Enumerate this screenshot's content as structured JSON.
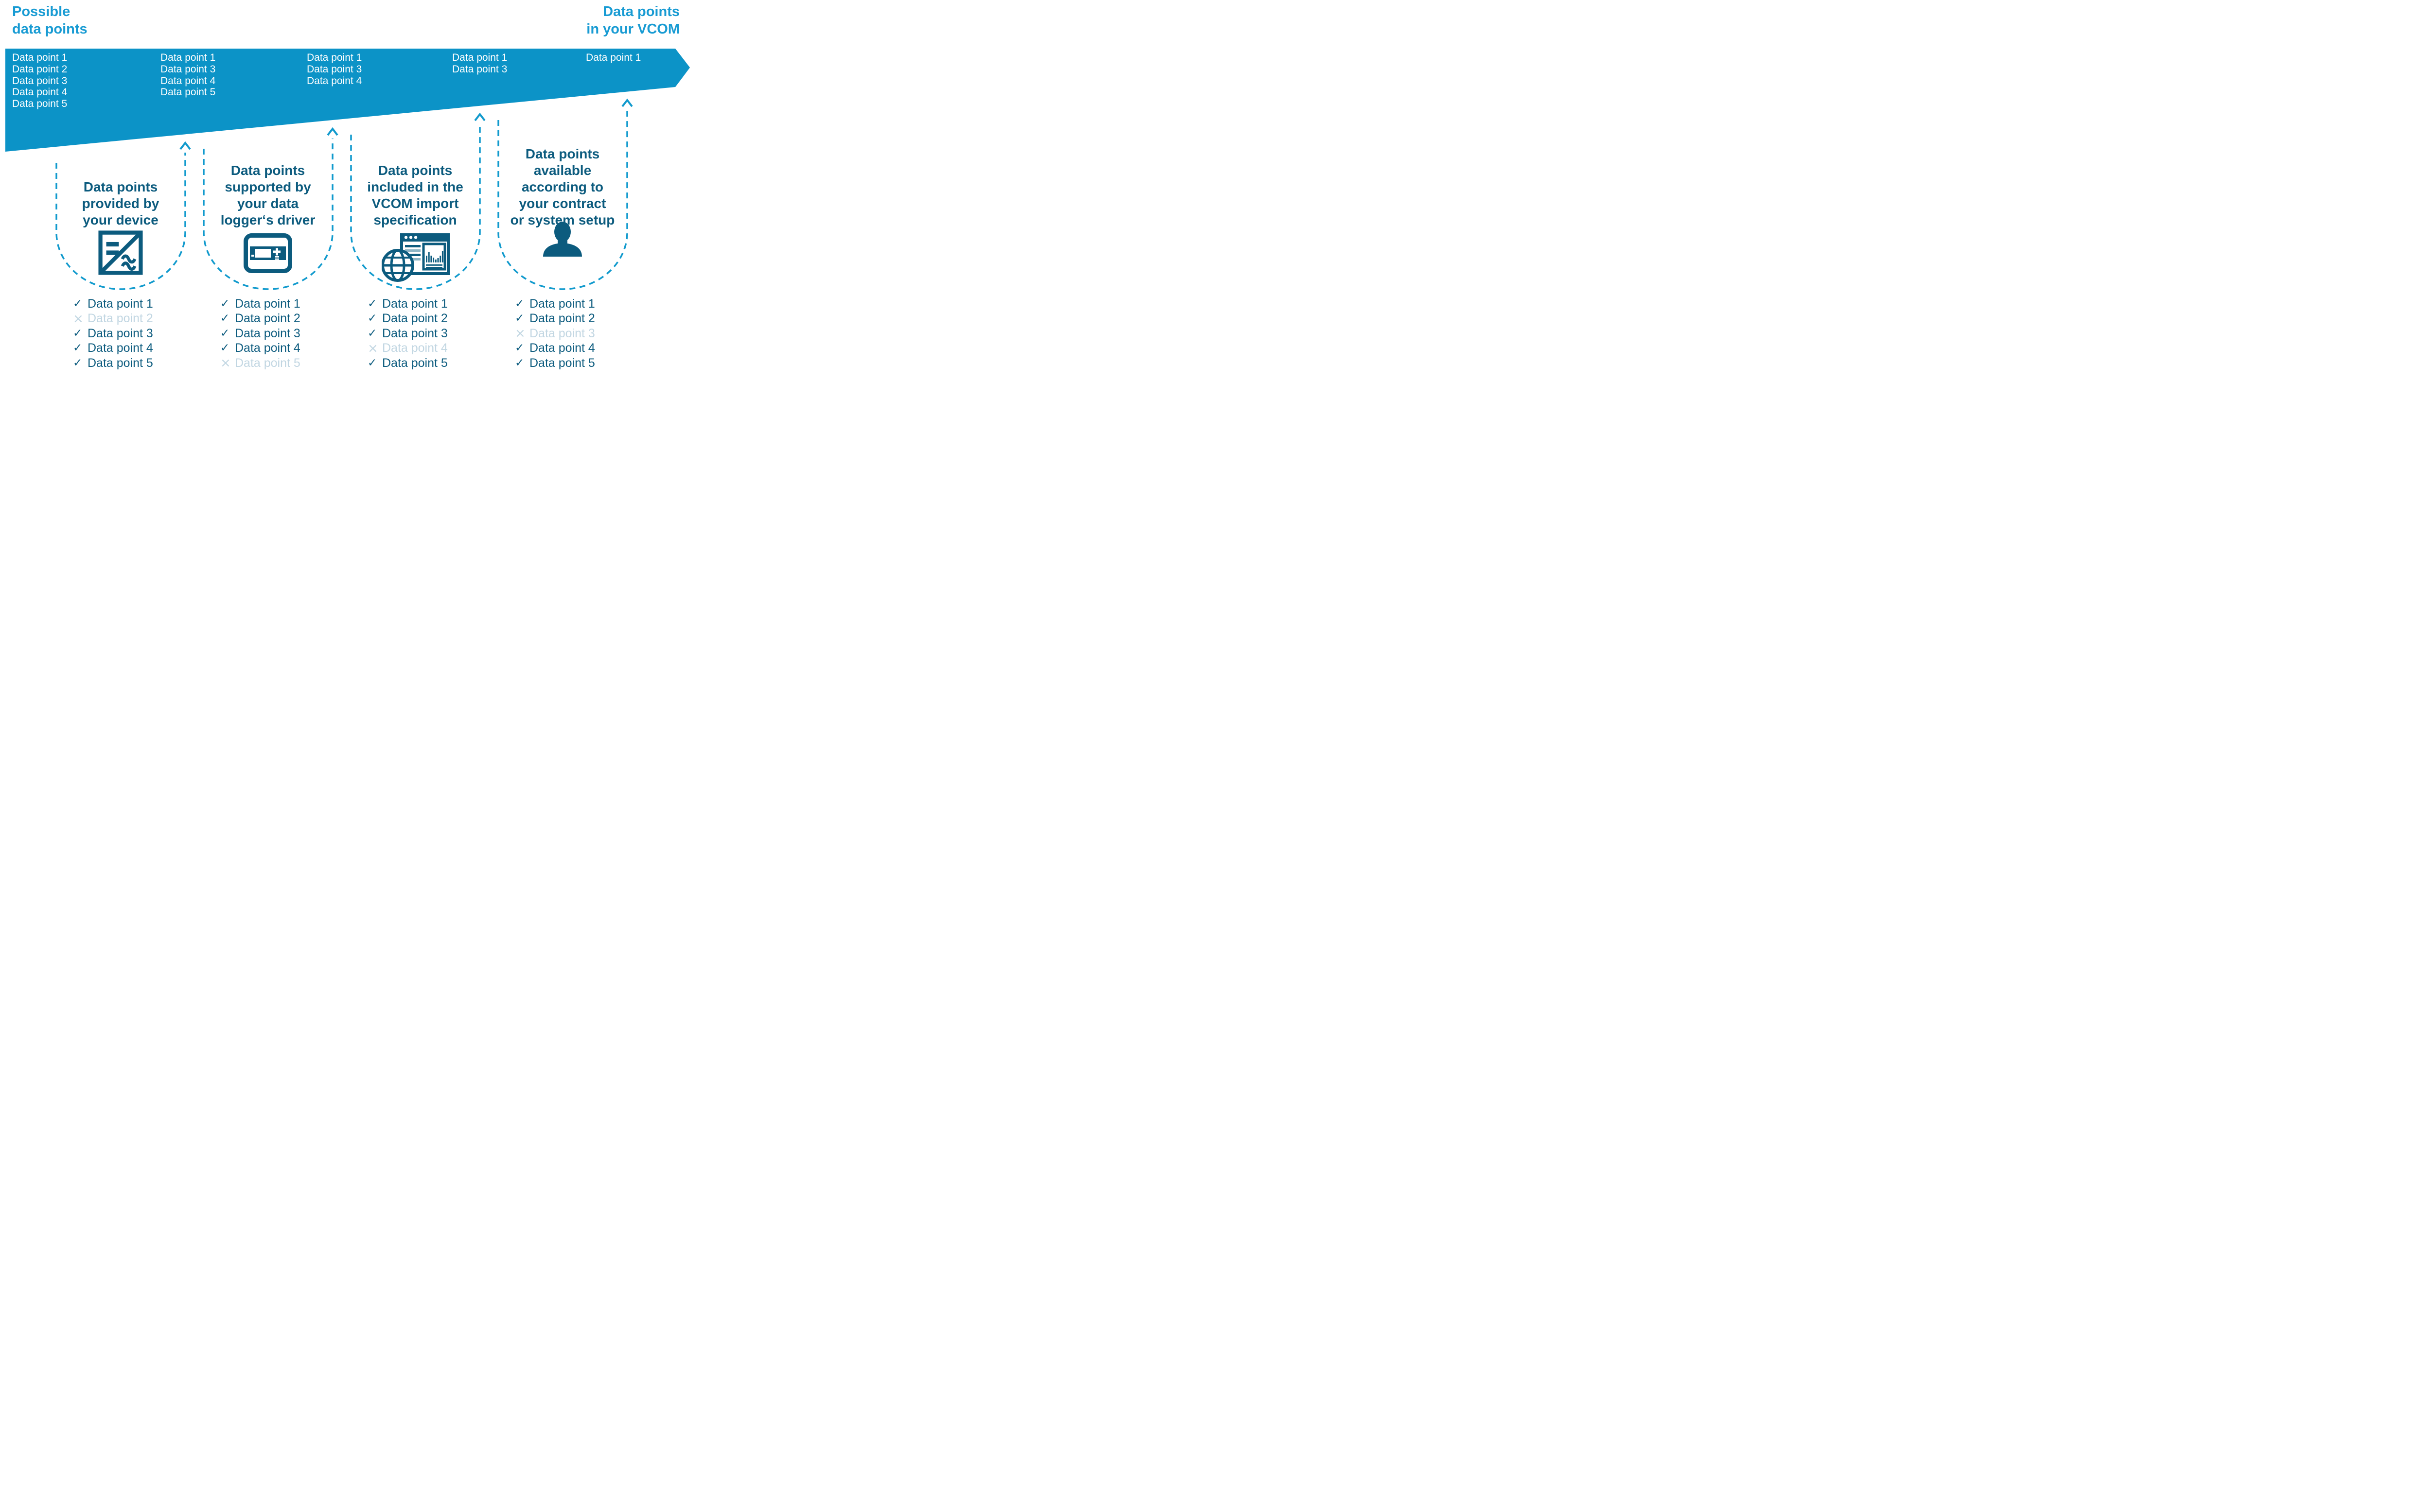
{
  "colors": {
    "brand_blue": "#0C93C7",
    "dash_blue": "#119ACD",
    "headline_blue": "#189BD3",
    "dark_blue": "#0C5B7E",
    "excluded_grey_blue": "#C1D6E2",
    "band_text": "#FFFFFF"
  },
  "header_left": {
    "line1": "Possible",
    "line2": "data points"
  },
  "header_right": {
    "line1": "Data points",
    "line2": "in your VCOM"
  },
  "band": {
    "columns": [
      {
        "items": [
          "Data point 1",
          "Data point 2",
          "Data point 3",
          "Data point 4",
          "Data point 5"
        ]
      },
      {
        "items": [
          "Data point 1",
          "Data point 3",
          "Data point 4",
          "Data point 5"
        ]
      },
      {
        "items": [
          "Data point 1",
          "Data point 3",
          "Data point 4"
        ]
      },
      {
        "items": [
          "Data point 1",
          "Data point 3"
        ]
      },
      {
        "items": [
          "Data point 1"
        ]
      }
    ]
  },
  "buckets": [
    {
      "icon": "inverter-icon",
      "title_lines": [
        "Data points",
        "provided by",
        "your device"
      ],
      "checklist": [
        {
          "mark": "✓",
          "label": "Data point 1",
          "state": "included"
        },
        {
          "mark": "×",
          "label": "Data point 2",
          "state": "excluded"
        },
        {
          "mark": "✓",
          "label": "Data point 3",
          "state": "included"
        },
        {
          "mark": "✓",
          "label": "Data point 4",
          "state": "included"
        },
        {
          "mark": "✓",
          "label": "Data point 5",
          "state": "included"
        }
      ]
    },
    {
      "icon": "data-logger-icon",
      "title_lines": [
        "Data points",
        "supported by",
        "your data",
        "logger‘s driver"
      ],
      "checklist": [
        {
          "mark": "✓",
          "label": "Data point 1",
          "state": "included"
        },
        {
          "mark": "✓",
          "label": "Data point 2",
          "state": "included"
        },
        {
          "mark": "✓",
          "label": "Data point 3",
          "state": "included"
        },
        {
          "mark": "✓",
          "label": "Data point 4",
          "state": "included"
        },
        {
          "mark": "×",
          "label": "Data point 5",
          "state": "excluded"
        }
      ]
    },
    {
      "icon": "vcom-import-icon",
      "title_lines": [
        "Data points",
        "included in the",
        "VCOM import",
        "specification"
      ],
      "checklist": [
        {
          "mark": "✓",
          "label": "Data point 1",
          "state": "included"
        },
        {
          "mark": "✓",
          "label": "Data point 2",
          "state": "included"
        },
        {
          "mark": "✓",
          "label": "Data point 3",
          "state": "included"
        },
        {
          "mark": "×",
          "label": "Data point 4",
          "state": "excluded"
        },
        {
          "mark": "✓",
          "label": "Data point 5",
          "state": "included"
        }
      ]
    },
    {
      "icon": "person-icon",
      "title_lines": [
        "Data points",
        "available",
        "according to",
        "your contract",
        "or system setup"
      ],
      "checklist": [
        {
          "mark": "✓",
          "label": "Data point 1",
          "state": "included"
        },
        {
          "mark": "✓",
          "label": "Data point 2",
          "state": "included"
        },
        {
          "mark": "×",
          "label": "Data point 3",
          "state": "excluded"
        },
        {
          "mark": "✓",
          "label": "Data point 4",
          "state": "included"
        },
        {
          "mark": "✓",
          "label": "Data point 5",
          "state": "included"
        }
      ]
    }
  ]
}
